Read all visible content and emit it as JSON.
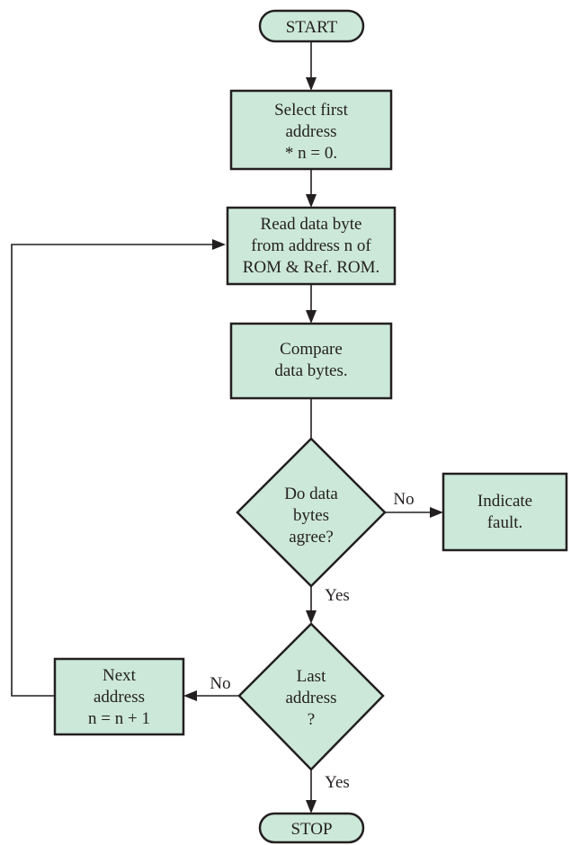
{
  "colors": {
    "fill": "#cce8d8",
    "stroke": "#231f20",
    "background": "#ffffff"
  },
  "nodes": {
    "start": "START",
    "select_first": [
      "Select first",
      "address",
      "* n = 0."
    ],
    "read_byte": [
      "Read data byte",
      "from address n of",
      "ROM & Ref. ROM."
    ],
    "compare": [
      "Compare",
      "data bytes."
    ],
    "agree": [
      "Do data",
      "bytes",
      "agree?"
    ],
    "fault": [
      "Indicate",
      "fault."
    ],
    "last": [
      "Last",
      "address",
      "?"
    ],
    "next": [
      "Next",
      "address",
      "n = n + 1"
    ],
    "stop": "STOP"
  },
  "edges": {
    "agree_no": "No",
    "agree_yes": "Yes",
    "last_no": "No",
    "last_yes": "Yes"
  }
}
